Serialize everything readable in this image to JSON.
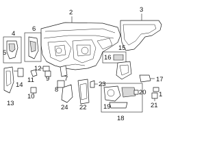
{
  "diagram": {
    "callouts": {
      "c1": "1",
      "c2": "2",
      "c3": "3",
      "c4": "4",
      "c5": "5",
      "c6": "6",
      "c7": "7",
      "c8": "8",
      "c9": "9",
      "c10": "10",
      "c11": "11",
      "c12": "12",
      "c13": "13",
      "c14": "14",
      "c15": "15",
      "c16": "16",
      "c17": "17",
      "c18": "18",
      "c19": "19",
      "c20": "20",
      "c21": "21",
      "c22": "22",
      "c23": "23",
      "c24": "24"
    },
    "colors": {
      "line": "#1a1a1a",
      "background": "#ffffff",
      "shade": "#d8d8d8"
    }
  }
}
